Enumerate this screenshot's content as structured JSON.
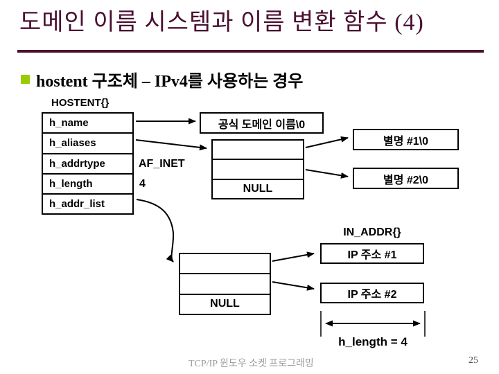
{
  "slide": {
    "title": "도메인 이름 시스템과 이름 변환 함수 (4)",
    "bullet": "hostent 구조체 – IPv4를 사용하는 경우",
    "footer": "TCP/IP 윈도우 소켓 프로그래밍",
    "page_number": "25"
  },
  "colors": {
    "accent_maroon": "#4A1031",
    "bullet_green": "#99CC00",
    "footer_gray": "#9C9C9C",
    "diagram_line": "#000000"
  },
  "diagram": {
    "struct_label": "HOSTENT{}",
    "fields": [
      {
        "name": "h_name",
        "value": ""
      },
      {
        "name": "h_aliases",
        "value": ""
      },
      {
        "name": "h_addrtype",
        "value": "AF_INET"
      },
      {
        "name": "h_length",
        "value": "4"
      },
      {
        "name": "h_addr_list",
        "value": ""
      }
    ],
    "official_name_box": "공식 도메인 이름\\0",
    "alias_pointer_array": {
      "row3": "NULL"
    },
    "alias_box_1": "별명 #1\\0",
    "alias_box_2": "별명 #2\\0",
    "addr_pointer_array": {
      "row3": "NULL"
    },
    "in_addr_label": "IN_ADDR{}",
    "ip_box_1": "IP 주소 #1",
    "ip_box_2": "IP 주소 #2",
    "length_annotation": "h_length = 4"
  }
}
